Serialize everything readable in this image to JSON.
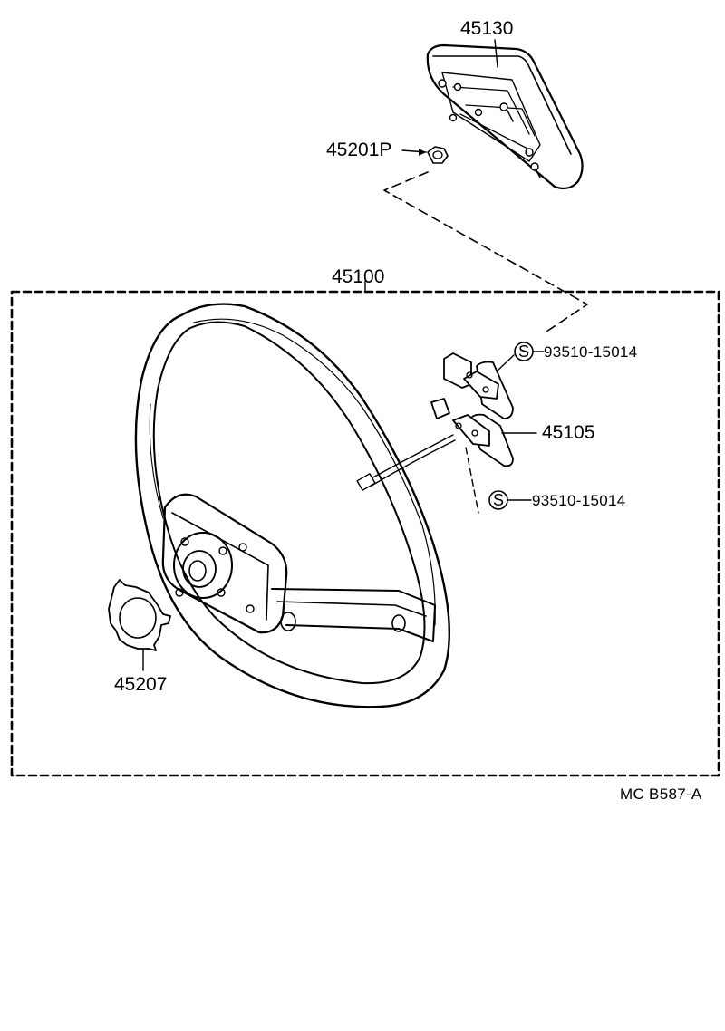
{
  "diagram": {
    "reference_code": "MC  B587-A",
    "parts": [
      {
        "id": "pad",
        "number": "45130"
      },
      {
        "id": "pad-nut",
        "number": "45201P"
      },
      {
        "id": "wheel-assembly",
        "number": "45100"
      },
      {
        "id": "horn-contact",
        "number": "45105"
      },
      {
        "id": "cancel-cam",
        "number": "45207"
      }
    ],
    "standard_parts": [
      {
        "symbol": "S",
        "number": "93510-15014"
      },
      {
        "symbol": "S",
        "number": "93510-15014"
      }
    ]
  }
}
